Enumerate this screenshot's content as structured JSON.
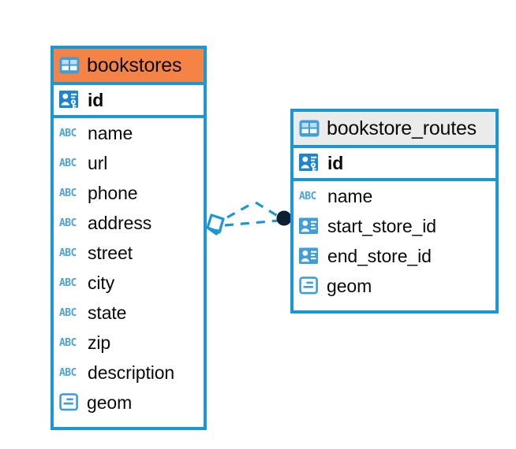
{
  "diagram": {
    "type": "entity-relationship-diagram",
    "background": "#ffffff",
    "accent_color": "#1b97d4",
    "highlight_color": "#f58345",
    "header_gray": "#ebebeb",
    "endpoint_color": "#0d2030"
  },
  "entities": [
    {
      "name": "bookstores",
      "header_style": "highlighted-orange",
      "table_icon": "table-icon",
      "fields": [
        {
          "name": "id",
          "icon": "primary-key-icon",
          "key": true
        },
        {
          "name": "name",
          "icon": "text-abc-icon",
          "key": false
        },
        {
          "name": "url",
          "icon": "text-abc-icon",
          "key": false
        },
        {
          "name": "phone",
          "icon": "text-abc-icon",
          "key": false
        },
        {
          "name": "address",
          "icon": "text-abc-icon",
          "key": false
        },
        {
          "name": "street",
          "icon": "text-abc-icon",
          "key": false
        },
        {
          "name": "city",
          "icon": "text-abc-icon",
          "key": false
        },
        {
          "name": "state",
          "icon": "text-abc-icon",
          "key": false
        },
        {
          "name": "zip",
          "icon": "text-abc-icon",
          "key": false
        },
        {
          "name": "description",
          "icon": "text-abc-icon",
          "key": false
        },
        {
          "name": "geom",
          "icon": "geometry-icon",
          "key": false
        }
      ]
    },
    {
      "name": "bookstore_routes",
      "header_style": "normal-gray",
      "table_icon": "table-icon",
      "fields": [
        {
          "name": "id",
          "icon": "primary-key-icon",
          "key": true
        },
        {
          "name": "name",
          "icon": "text-abc-icon",
          "key": false
        },
        {
          "name": "start_store_id",
          "icon": "foreign-key-icon",
          "key": false
        },
        {
          "name": "end_store_id",
          "icon": "foreign-key-icon",
          "key": false
        },
        {
          "name": "geom",
          "icon": "geometry-icon",
          "key": false
        }
      ]
    }
  ],
  "relationship": {
    "style": "dashed",
    "color": "#1b97d4",
    "source_marker": "diamond-crowsfoot-marker",
    "target_marker": "filled-circle-marker",
    "from": "bookstores",
    "to": "bookstore_routes"
  },
  "icon_glyphs": {
    "text_abc_label": "ABC"
  }
}
